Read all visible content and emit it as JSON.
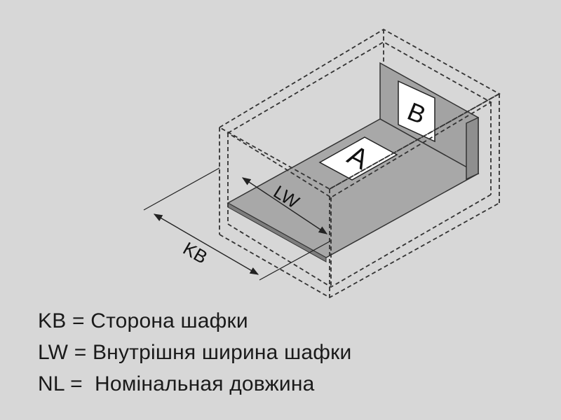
{
  "diagram": {
    "label_kb": "KB",
    "label_lw": "LW",
    "label_a": "A",
    "label_b": "B"
  },
  "legend": [
    {
      "text": "KB = Сторона шафки"
    },
    {
      "text": "LW = Внутрішня ширина шафки"
    },
    {
      "text": "NL =  Номінальная довжина"
    }
  ]
}
